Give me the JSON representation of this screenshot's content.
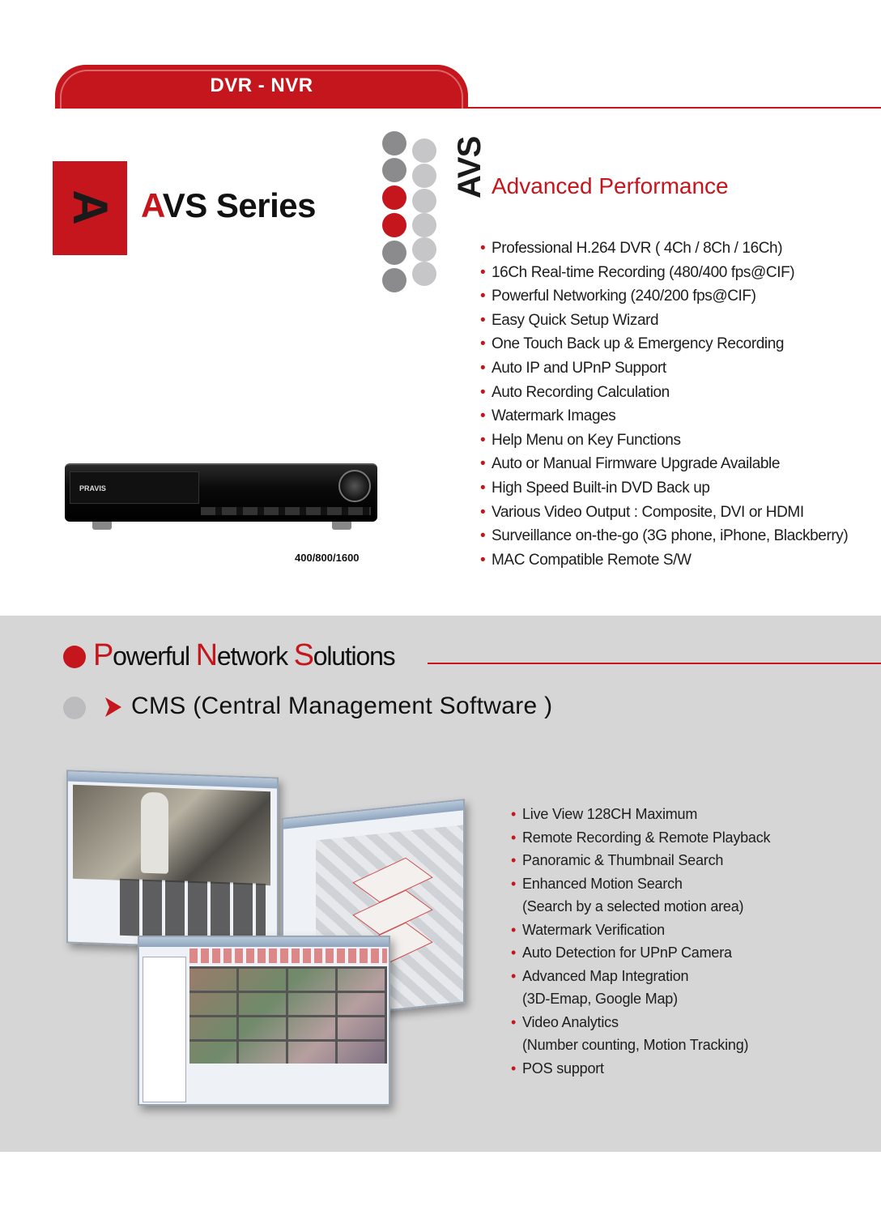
{
  "header": {
    "tab_label": "DVR - NVR"
  },
  "logo": {
    "letter": "A"
  },
  "series": {
    "title_accent": "A",
    "title_rest": "VS Series"
  },
  "avs_vertical": "AVS",
  "advanced": {
    "title": "Advanced Performance",
    "features": [
      "Professional H.264 DVR ( 4Ch / 8Ch / 16Ch)",
      "16Ch Real-time Recording (480/400 fps@CIF)",
      "Powerful Networking (240/200 fps@CIF)",
      "Easy Quick Setup Wizard",
      "One Touch Back up & Emergency Recording",
      "Auto IP and UPnP Support",
      "Auto Recording Calculation",
      "Watermark Images",
      "Help Menu on Key Functions",
      "Auto or Manual Firmware Upgrade Available",
      "High Speed Built-in DVD Back up",
      "Various Video Output : Composite, DVI or HDMI",
      "Surveillance on-the-go (3G phone, iPhone, Blackberry)",
      "MAC Compatible Remote S/W"
    ]
  },
  "device": {
    "brand": "PRAVIS",
    "caption": "400/800/1600"
  },
  "network": {
    "title_parts": [
      {
        "cap": "P",
        "rest": "owerful "
      },
      {
        "cap": "N",
        "rest": "etwork "
      },
      {
        "cap": "S",
        "rest": "olutions"
      }
    ],
    "cms_title": "CMS (Central Management Software )",
    "features": [
      {
        "text": "Live View 128CH Maximum",
        "bullet": true
      },
      {
        "text": "Remote Recording & Remote Playback",
        "bullet": true
      },
      {
        "text": "Panoramic & Thumbnail Search",
        "bullet": true
      },
      {
        "text": "Enhanced Motion Search",
        "bullet": true
      },
      {
        "text": "(Search by a selected motion area)",
        "bullet": false
      },
      {
        "text": "Watermark Verification",
        "bullet": true
      },
      {
        "text": "Auto Detection for UPnP Camera",
        "bullet": true
      },
      {
        "text": "Advanced Map Integration",
        "bullet": true
      },
      {
        "text": "(3D-Emap, Google Map)",
        "bullet": false
      },
      {
        "text": "Video Analytics",
        "bullet": true
      },
      {
        "text": "(Number counting, Motion Tracking)",
        "bullet": false
      },
      {
        "text": "POS support",
        "bullet": true
      }
    ]
  },
  "colors": {
    "brand_red": "#c4161c",
    "dot_dark": "#8b8b8d",
    "dot_light": "#c6c6c8",
    "section_grey": "#d6d6d7"
  }
}
